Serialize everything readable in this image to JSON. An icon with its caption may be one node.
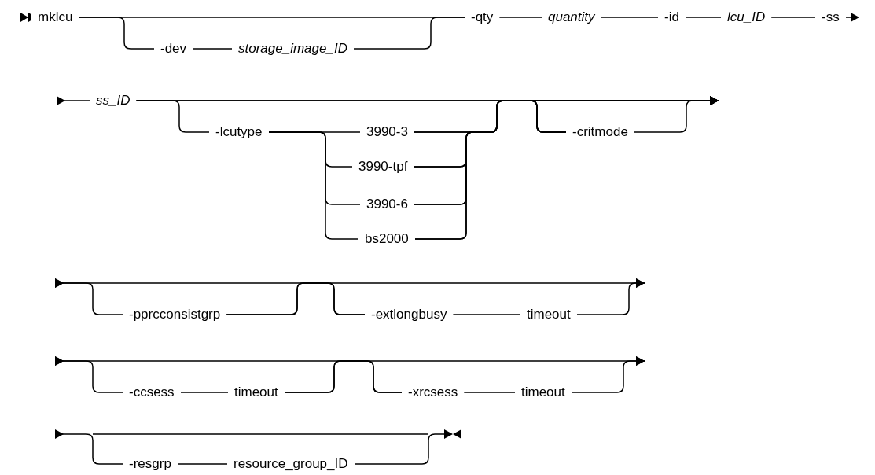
{
  "diagram": {
    "nodes": [
      {
        "text": [
          "mklcu"
        ]
      },
      {
        "text": [
          "-dev"
        ]
      },
      {
        "text": [
          "storage_image_ID"
        ]
      },
      {
        "text": [
          "-qty"
        ]
      },
      {
        "text": [
          "quantity"
        ]
      },
      {
        "text": [
          "-id"
        ]
      },
      {
        "text": [
          "lcu_ID"
        ]
      },
      {
        "text": [
          "-ss"
        ]
      },
      {
        "text": [
          "ss_ID"
        ]
      },
      {
        "text": [
          "-lcutype"
        ]
      },
      {
        "text": [
          "3990-3"
        ]
      },
      {
        "text": [
          "3990-tpf"
        ]
      },
      {
        "text": [
          "3990-6"
        ]
      },
      {
        "text": [
          "bs2000"
        ]
      },
      {
        "text": [
          "-critmode"
        ]
      },
      {
        "text": [
          "-pprcconsistgrp"
        ]
      },
      {
        "text": [
          "-extlongbusy"
        ]
      },
      {
        "text": [
          "timeout"
        ]
      },
      {
        "text": [
          "-ccsess"
        ]
      },
      {
        "text": [
          "timeout"
        ]
      },
      {
        "text": [
          "-xrcsess"
        ]
      },
      {
        "text": [
          "timeout"
        ]
      },
      {
        "text": [
          "-resgrp"
        ]
      },
      {
        "text": [
          "resource_group_ID"
        ]
      }
    ],
    "edges": [
      {
        "from": null,
        "to": 0,
        "arrow": "other"
      },
      {
        "from": 0,
        "to": 3,
        "arrow": "none"
      },
      {
        "from": 0,
        "to": 1,
        "arrow": "none"
      },
      {
        "from": 1,
        "to": 2,
        "arrow": "none"
      },
      {
        "from": 2,
        "to": 3,
        "arrow": "none"
      },
      {
        "from": 3,
        "to": 4,
        "arrow": "none"
      },
      {
        "from": 4,
        "to": 5,
        "arrow": "none"
      },
      {
        "from": 5,
        "to": 6,
        "arrow": "none"
      },
      {
        "from": 6,
        "to": 7,
        "arrow": "none"
      },
      {
        "from": 7,
        "to": null,
        "arrow": "to"
      },
      {
        "from": 8,
        "to": null,
        "arrow": "to"
      },
      {
        "from": 8,
        "to": 9,
        "arrow": "none"
      },
      {
        "from": 9,
        "to": 10,
        "arrow": "none"
      },
      {
        "from": 9,
        "to": 11,
        "arrow": "none"
      },
      {
        "from": 9,
        "to": 12,
        "arrow": "none"
      },
      {
        "from": 9,
        "to": 13,
        "arrow": "none"
      },
      {
        "from": 8,
        "to": 14,
        "arrow": "none"
      },
      {
        "from": 8,
        "to": null,
        "arrow": "to"
      },
      {
        "from": 10,
        "to": 14,
        "arrow": "none"
      },
      {
        "from": 11,
        "to": 14,
        "arrow": "none"
      },
      {
        "from": 12,
        "to": 14,
        "arrow": "none"
      },
      {
        "from": 13,
        "to": 14,
        "arrow": "none"
      },
      {
        "from": 10,
        "to": null,
        "arrow": "to"
      },
      {
        "from": 11,
        "to": null,
        "arrow": "to"
      },
      {
        "from": 12,
        "to": null,
        "arrow": "to"
      },
      {
        "from": 13,
        "to": null,
        "arrow": "to"
      },
      {
        "from": 14,
        "to": null,
        "arrow": "to"
      },
      {
        "from": 15,
        "to": null,
        "arrow": "to"
      },
      {
        "from": 16,
        "to": null,
        "arrow": "to"
      },
      {
        "from": 15,
        "to": 16,
        "arrow": "none"
      },
      {
        "from": 15,
        "to": null,
        "arrow": "to"
      },
      {
        "from": 16,
        "to": 17,
        "arrow": "none"
      },
      {
        "from": 17,
        "to": null,
        "arrow": "to"
      },
      {
        "from": 18,
        "to": null,
        "arrow": "to"
      },
      {
        "from": 18,
        "to": 19,
        "arrow": "none"
      },
      {
        "from": 19,
        "to": 20,
        "arrow": "none"
      },
      {
        "from": 19,
        "to": null,
        "arrow": "to"
      },
      {
        "from": 20,
        "to": null,
        "arrow": "to"
      },
      {
        "from": 20,
        "to": 21,
        "arrow": "none"
      },
      {
        "from": 21,
        "to": null,
        "arrow": "to"
      },
      {
        "from": 22,
        "to": null,
        "arrow": "to"
      },
      {
        "from": 22,
        "to": 23,
        "arrow": "none"
      },
      {
        "from": 23,
        "to": null,
        "arrow": "to"
      }
    ]
  }
}
